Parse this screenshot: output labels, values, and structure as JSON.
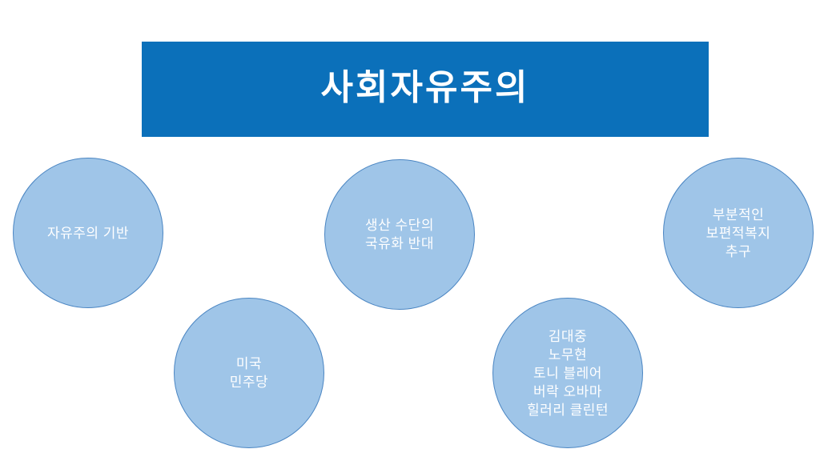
{
  "slide": {
    "title": "사회자유주의",
    "colors": {
      "title_bg": "#0b70ba",
      "title_text": "#ffffff",
      "bubble_fill": "#9fc5e8",
      "bubble_border": "#4a85c2",
      "bubble_text": "#ffffff",
      "background": "#ffffff"
    },
    "bubbles": [
      {
        "id": "liberal-foundation",
        "lines": [
          "자유주의 기반"
        ]
      },
      {
        "id": "us-democratic-party",
        "lines": [
          "미국",
          "민주당"
        ]
      },
      {
        "id": "oppose-nationalization",
        "lines": [
          "생산 수단의",
          "국유화 반대"
        ]
      },
      {
        "id": "representative-politicians",
        "lines": [
          "김대중",
          "노무현",
          "토니 블레어",
          "버락 오바마",
          "힐러리 클린턴"
        ]
      },
      {
        "id": "partial-universal-welfare",
        "lines": [
          "부분적인",
          "보편적복지",
          "추구"
        ]
      }
    ]
  }
}
